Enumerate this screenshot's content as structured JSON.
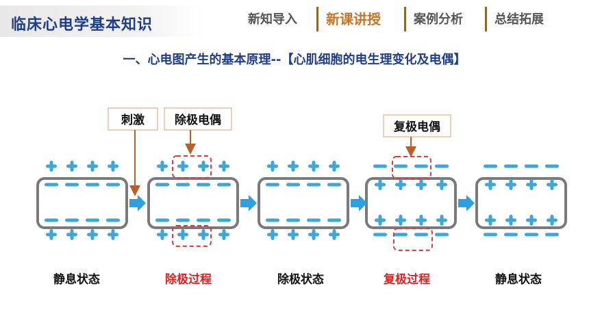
{
  "app": {
    "title": "临床心电学基本知识"
  },
  "nav": {
    "tabs": [
      {
        "label": "新知导入",
        "active": false
      },
      {
        "label": "新课讲授",
        "active": true
      },
      {
        "label": "案例分析",
        "active": false
      },
      {
        "label": "总结拓展",
        "active": false
      }
    ]
  },
  "heading": "一、心电图产生的基本原理--【心肌细胞的电生理变化及电偶】",
  "callouts": {
    "stimulus": "刺激",
    "depolarization_dipole": "除极电偶",
    "repolarization_dipole": "复极电偶"
  },
  "states": [
    {
      "label": "静息状态",
      "color": "#111111"
    },
    {
      "label": "除极过程",
      "color": "#e02020"
    },
    {
      "label": "除极状态",
      "color": "#111111"
    },
    {
      "label": "复极过程",
      "color": "#e02020"
    },
    {
      "label": "静息状态",
      "color": "#111111"
    }
  ],
  "colors": {
    "charge": "#3fa6d8",
    "cell_border": "#7a7a7a",
    "arrow": "#2e9fe0",
    "callout_arrow": "#b8602a",
    "dashed_box": "#e03a3a"
  }
}
